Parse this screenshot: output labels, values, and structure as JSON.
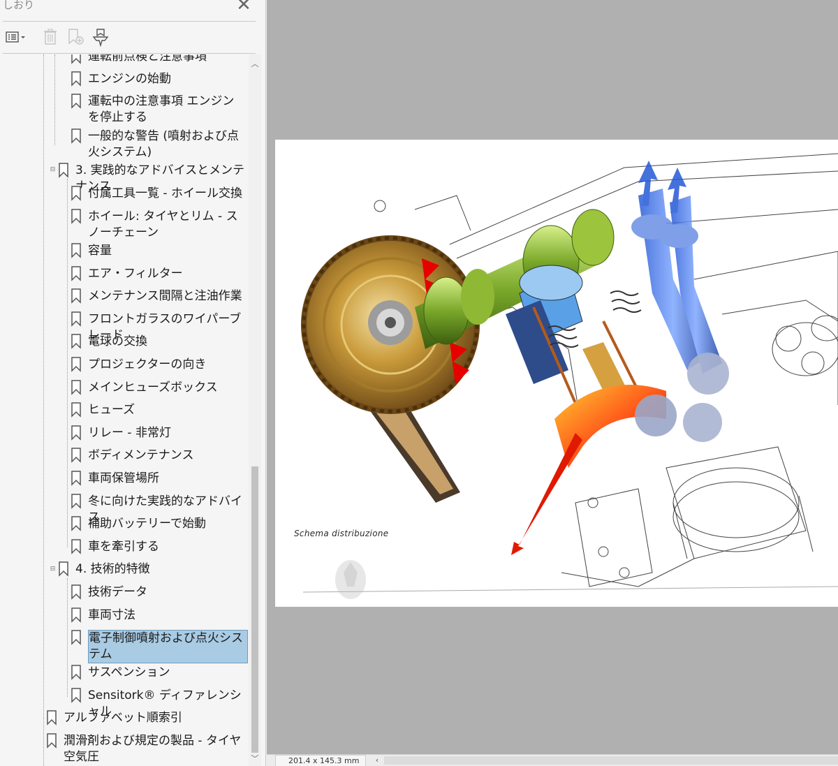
{
  "panel": {
    "title": "しおり",
    "close_label": "✕"
  },
  "toolbar": {
    "options_icon": "list-options-icon",
    "delete_icon": "trash-icon",
    "new_bookmark_icon": "new-bookmark-icon",
    "find_bookmark_icon": "find-bookmark-icon"
  },
  "bookmarks": {
    "items": [
      {
        "label": "運転前点検と注意事項"
      },
      {
        "label": "エンジンの始動"
      },
      {
        "label": "運転中の注意事項 エンジンを停止する"
      },
      {
        "label": "一般的な警告 (噴射および点火システム)"
      },
      {
        "label": "3. 実践的なアドバイスとメンテナンス"
      },
      {
        "label": "付属工具一覧 - ホイール交換"
      },
      {
        "label": "ホイール: タイヤとリム - スノーチェーン"
      },
      {
        "label": "容量"
      },
      {
        "label": "エア・フィルター"
      },
      {
        "label": "メンテナンス間隔と注油作業"
      },
      {
        "label": "フロントガラスのワイパーブレード"
      },
      {
        "label": "電球の交換"
      },
      {
        "label": "プロジェクターの向き"
      },
      {
        "label": "メインヒューズボックス"
      },
      {
        "label": "ヒューズ"
      },
      {
        "label": "リレー - 非常灯"
      },
      {
        "label": "ボディメンテナンス"
      },
      {
        "label": "車両保管場所"
      },
      {
        "label": "冬に向けた実践的なアドバイス"
      },
      {
        "label": "補助バッテリーで始動"
      },
      {
        "label": "車を牽引する"
      },
      {
        "label": "4. 技術的特徴"
      },
      {
        "label": "技術データ"
      },
      {
        "label": "車両寸法"
      },
      {
        "label": "電子制御噴射および点火システム"
      },
      {
        "label": "サスペンション"
      },
      {
        "label": "Sensitork® ディファレンシャル"
      },
      {
        "label": "アルファベット順索引"
      },
      {
        "label": "潤滑剤および規定の製品 - タイヤ空気圧"
      }
    ]
  },
  "document": {
    "caption": "Schema distribuzione"
  },
  "status": {
    "page_size": "201.4 x 145.3 mm"
  },
  "colors": {
    "selection": "#a9cbe3",
    "doc_background": "#b0b0b0",
    "panel_background": "#f5f5f5"
  }
}
